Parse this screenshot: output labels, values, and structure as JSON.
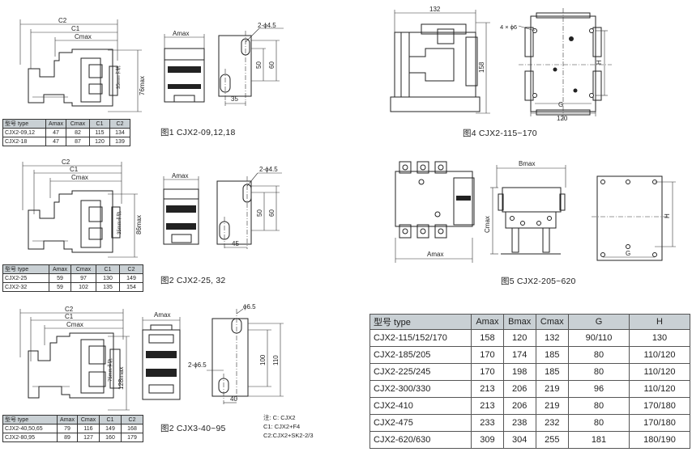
{
  "figures": {
    "fig1": {
      "caption": "图1  CJX2-09,12,18",
      "dims": {
        "c2": "C2",
        "c1": "C1",
        "cmax": "Cmax",
        "amax": "Amax",
        "height": "76max",
        "rail": "35mm卡轨",
        "hole": "2-ϕ4.5",
        "w1": "50",
        "w2": "60",
        "w3": "35"
      }
    },
    "fig2": {
      "caption": "图2  CJX2-25, 32",
      "dims": {
        "c2": "C2",
        "c1": "C1",
        "cmax": "Cmax",
        "amax": "Amax",
        "height": "86max",
        "rail": "35mm卡轨",
        "hole": "2-ϕ4.5",
        "w1": "50",
        "w2": "60",
        "w3": "45"
      }
    },
    "fig3": {
      "caption": "图2  CJX3-40~95",
      "dims": {
        "c2": "C2",
        "c1": "C1",
        "cmax": "Cmax",
        "amax": "Amax",
        "height": "128max",
        "rail": "75mm卡轨",
        "hole_top": "ϕ6.5",
        "hole_side": "2-ϕ6.5",
        "w1": "100",
        "w2": "110",
        "w3": "40"
      },
      "notes": [
        "注: C: CJX2",
        "C1: CJX2+F4",
        "C2:CJX2+SK2-2/3"
      ]
    },
    "fig4": {
      "caption": "图4  CJX2-115~170",
      "dims": {
        "w1": "132",
        "h1": "158",
        "holes": "4 × ϕ6",
        "g": "G",
        "w2": "120",
        "h": "H"
      }
    },
    "fig5": {
      "caption": "图5  CJX2-205~620",
      "dims": {
        "amax": "Amax",
        "bmax": "Bmax",
        "cmax": "Cmax",
        "h": "H",
        "g": "G"
      }
    }
  },
  "tables": {
    "t1": {
      "headers": [
        "型号 type",
        "Amax",
        "Cmax",
        "C1",
        "C2"
      ],
      "rows": [
        [
          "CJX2-09,12",
          "47",
          "82",
          "115",
          "134"
        ],
        [
          "CJX2-18",
          "47",
          "87",
          "120",
          "139"
        ]
      ]
    },
    "t2": {
      "headers": [
        "型号 type",
        "Amax",
        "Cmax",
        "C1",
        "C2"
      ],
      "rows": [
        [
          "CJX2-25",
          "59",
          "97",
          "130",
          "149"
        ],
        [
          "CJX2-32",
          "59",
          "102",
          "135",
          "154"
        ]
      ]
    },
    "t3": {
      "headers": [
        "型号 type",
        "Amax",
        "Cmax",
        "C1",
        "C2"
      ],
      "rows": [
        [
          "CJX2-40,50,65",
          "79",
          "116",
          "149",
          "168"
        ],
        [
          "CJX2-80,95",
          "89",
          "127",
          "160",
          "179"
        ]
      ]
    },
    "t4": {
      "headers": [
        "型号 type",
        "Amax",
        "Bmax",
        "Cmax",
        "G",
        "H"
      ],
      "rows": [
        [
          "CJX2-115/152/170",
          "158",
          "120",
          "132",
          "90/110",
          "130"
        ],
        [
          "CJX2-185/205",
          "170",
          "174",
          "185",
          "80",
          "110/120"
        ],
        [
          "CJX2-225/245",
          "170",
          "198",
          "185",
          "80",
          "110/120"
        ],
        [
          "CJX2-300/330",
          "213",
          "206",
          "219",
          "96",
          "110/120"
        ],
        [
          "CJX2-410",
          "213",
          "206",
          "219",
          "80",
          "170/180"
        ],
        [
          "CJX2-475",
          "233",
          "238",
          "232",
          "80",
          "170/180"
        ],
        [
          "CJX2-620/630",
          "309",
          "304",
          "255",
          "181",
          "180/190"
        ]
      ]
    }
  }
}
